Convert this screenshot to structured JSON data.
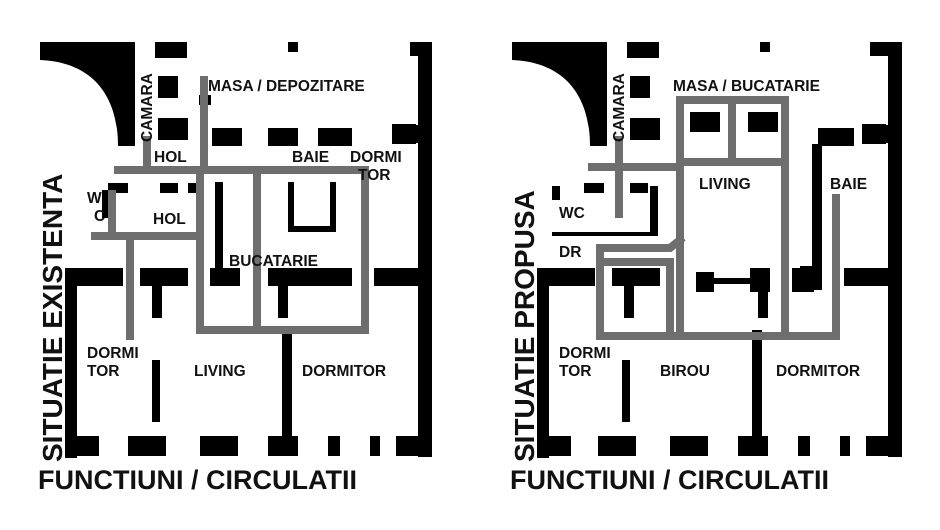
{
  "colors": {
    "walls": "#000000",
    "circulation": "#6e6e6e",
    "background": "#ffffff"
  },
  "existing": {
    "side_title": "SITUATIE EXISTENTA",
    "caption": "FUNCTIUNI / CIRCULATII",
    "rooms": {
      "camara": "CAMARA",
      "masa": "MASA / DEPOZITARE",
      "hol_top": "HOL",
      "baie": "BAIE",
      "dormitor_small_1": "DORMI",
      "dormitor_small_2": "TOR",
      "wc_1": "W",
      "wc_2": "C",
      "hol_mid": "HOL",
      "bucatarie": "BUCATARIE",
      "dormitor_left_1": "DORMI",
      "dormitor_left_2": "TOR",
      "living": "LIVING",
      "dormitor_right": "DORMITOR"
    }
  },
  "proposed": {
    "side_title": "SITUATIE PROPUSA",
    "caption": "FUNCTIUNI / CIRCULATII",
    "rooms": {
      "camara": "CAMARA",
      "masa": "MASA / BUCATARIE",
      "living": "LIVING",
      "baie": "BAIE",
      "wc": "WC",
      "dr": "DR",
      "dormitor_left_1": "DORMI",
      "dormitor_left_2": "TOR",
      "birou": "BIROU",
      "dormitor_right": "DORMITOR"
    }
  }
}
